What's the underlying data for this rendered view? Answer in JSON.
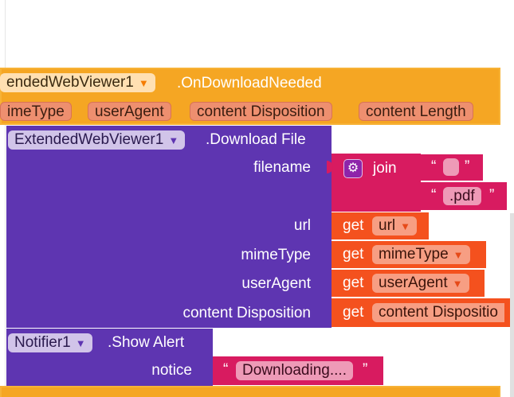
{
  "event_block": {
    "component": "endedWebViewer1",
    "event": ".OnDownloadNeeded",
    "params": [
      "imeType",
      "userAgent",
      "content Disposition",
      "content Length"
    ]
  },
  "download_block": {
    "component": "ExtendedWebViewer1",
    "method": ".Download File",
    "args": {
      "filename": "filename",
      "url": "url",
      "mimeType": "mimeType",
      "userAgent": "userAgent",
      "content_disposition": "content Disposition"
    }
  },
  "join_block": {
    "label": "join",
    "string1": "",
    "string2": ".pdf",
    "quote_open": "“",
    "quote_close": "”"
  },
  "get_blocks": {
    "get_label": "get",
    "url": "url",
    "mimeType": "mimeType",
    "userAgent": "userAgent",
    "content_disposition": "content Dispositio"
  },
  "notifier_block": {
    "component": "Notifier1",
    "method": ".Show Alert",
    "arg_notice": "notice",
    "text": "Downloading...."
  },
  "icons": {
    "dropdown": "▼",
    "gear": "⚙"
  },
  "colors": {
    "event": "#f5a623",
    "component_block": "#5e35b1",
    "text_block": "#d81b60",
    "variable_get": "#f4511e"
  }
}
